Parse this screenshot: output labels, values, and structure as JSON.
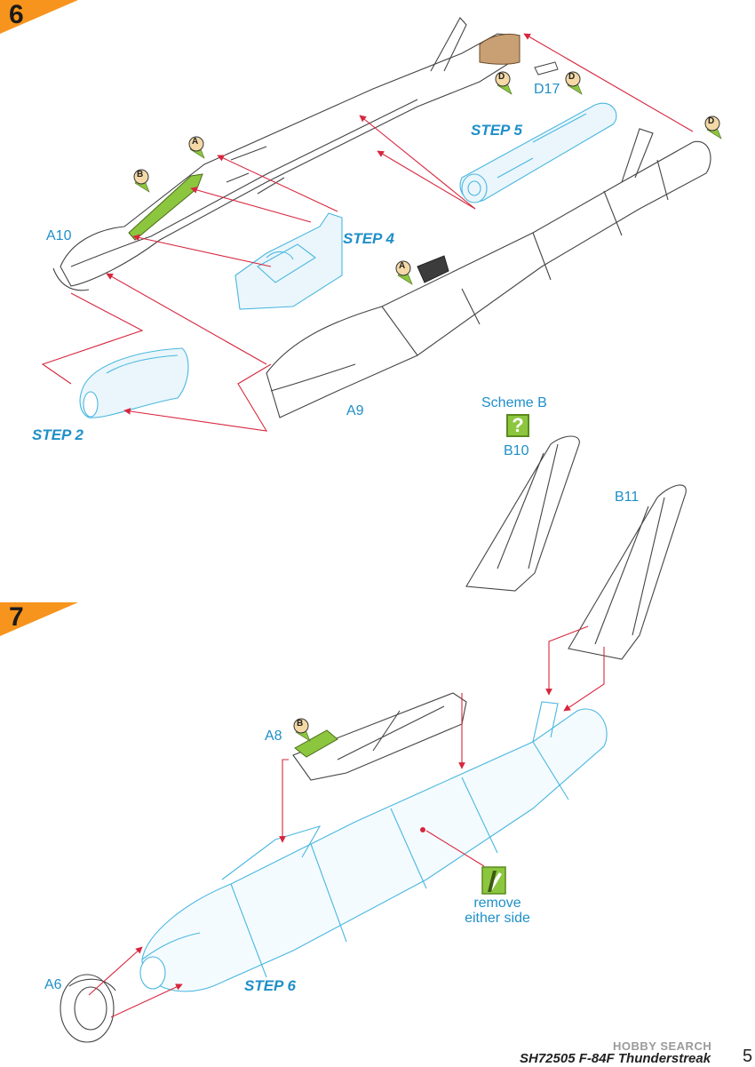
{
  "steps": {
    "step6": {
      "number": "6"
    },
    "step7": {
      "number": "7"
    }
  },
  "part_labels": {
    "a10": "A10",
    "a9": "A9",
    "d17": "D17",
    "scheme_b": "Scheme B",
    "b10": "B10",
    "b11": "B11",
    "a8": "A8",
    "a6": "A6"
  },
  "step_references": {
    "step2": "STEP 2",
    "step4": "STEP 4",
    "step5": "STEP 5",
    "step6": "STEP 6"
  },
  "paint_callouts": {
    "a": "A",
    "b": "B",
    "d": "D"
  },
  "notes": {
    "remove_line1": "remove",
    "remove_line2": "either side",
    "question_mark": "?"
  },
  "footer": {
    "kit_text": "SH72505  F-84F Thunderstreak",
    "page_number": "5",
    "watermark": "HOBBY SEARCH"
  },
  "colors": {
    "step_tab": "#f7941d",
    "label_blue": "#1f8fc8",
    "arrow_red": "#d7263d",
    "part_green": "#8cc63f",
    "assembled_cyan": "#4ab7e0"
  }
}
